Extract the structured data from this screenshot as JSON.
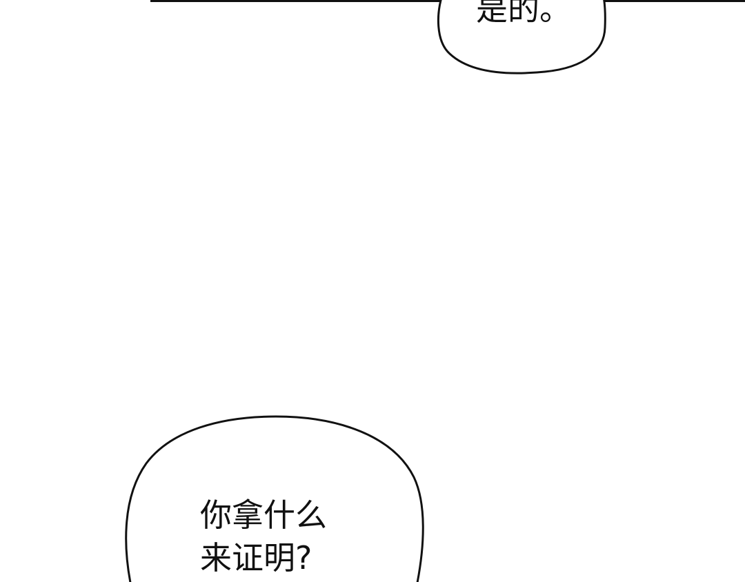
{
  "colors": {
    "background": "#ffffff",
    "ink": "#111111"
  },
  "bubbles": {
    "top": {
      "text": "是的。"
    },
    "bottom": {
      "lines": [
        "你拿什么",
        "来证明?"
      ]
    }
  }
}
